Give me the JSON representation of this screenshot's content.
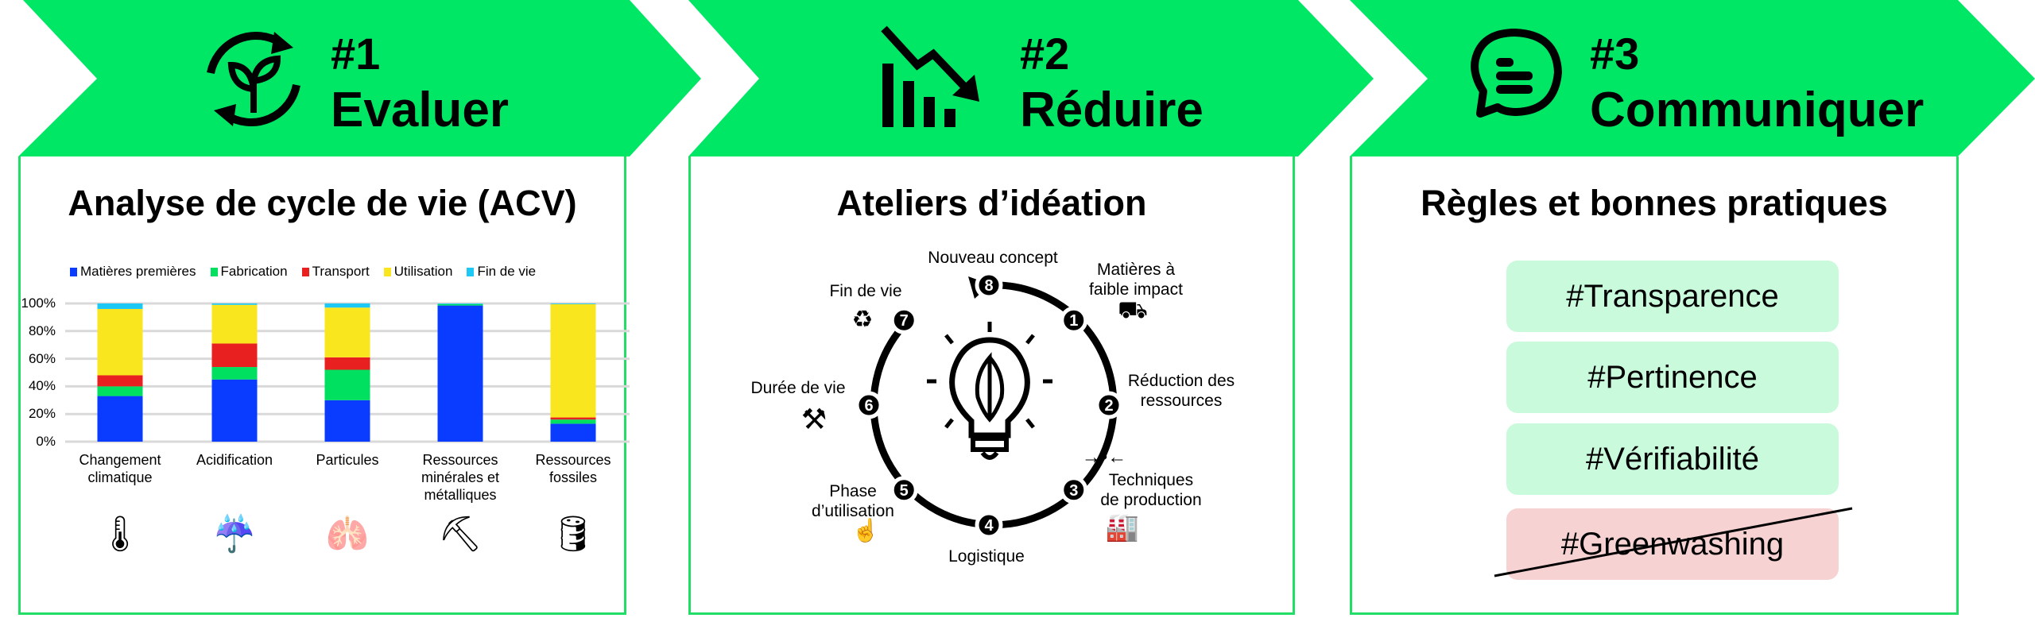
{
  "colors": {
    "header_green": "#00e765",
    "border_green": "#22dd66",
    "pill_green": "#c8fadb",
    "pill_red": "#f7d2d3"
  },
  "steps": [
    {
      "number": "#1",
      "title": "Evaluer",
      "icon": "recycle-plant-icon"
    },
    {
      "number": "#2",
      "title": "Réduire",
      "icon": "declining-chart-icon"
    },
    {
      "number": "#3",
      "title": "Communiquer",
      "icon": "chat-bubble-icon"
    }
  ],
  "panel1": {
    "title": "Analyse de cycle de vie (ACV)"
  },
  "chart_data": {
    "type": "bar",
    "stacked": true,
    "title": "",
    "categories": [
      "Changement climatique",
      "Acidification",
      "Particules",
      "Ressources minérales et métalliques",
      "Ressources fossiles"
    ],
    "category_icons": [
      "earth-thermometer-icon",
      "acid-rain-cloud-icon",
      "lungs-particles-icon",
      "pickaxe-mine-icon",
      "oil-barrel-icon"
    ],
    "series": [
      {
        "name": "Matières premières",
        "color": "#0a3cff",
        "values": [
          33,
          45,
          30,
          98.5,
          13
        ]
      },
      {
        "name": "Fabrication",
        "color": "#00e060",
        "values": [
          7,
          9,
          22,
          1,
          3
        ]
      },
      {
        "name": "Transport",
        "color": "#e82020",
        "values": [
          8,
          17,
          9,
          0,
          1.5
        ]
      },
      {
        "name": "Utilisation",
        "color": "#fae61e",
        "values": [
          48,
          28,
          36,
          0,
          82
        ]
      },
      {
        "name": "Fin de vie",
        "color": "#1ec8f5",
        "values": [
          4,
          1,
          3,
          0.5,
          0.5
        ]
      }
    ],
    "yticks": [
      "0%",
      "20%",
      "40%",
      "60%",
      "80%",
      "100%"
    ],
    "ylim": [
      0,
      100
    ],
    "grid": true,
    "legend": "top"
  },
  "panel2": {
    "title": "Ateliers d’idéation",
    "center_icon": "lightbulb-leaf-icon",
    "nodes": [
      {
        "n": "1",
        "label": "Matières à\nfaible impact",
        "icon": "mining-cart-icon"
      },
      {
        "n": "2",
        "label": "Réduction des\nressources",
        "icon": "arrows-converge-icon"
      },
      {
        "n": "3",
        "label": "Techniques\nde production",
        "icon": "factory-icon"
      },
      {
        "n": "4",
        "label": "Logistique",
        "icon": ""
      },
      {
        "n": "5",
        "label": "Phase\nd’utilisation",
        "icon": "hand-swipe-icon"
      },
      {
        "n": "6",
        "label": "Durée de vie",
        "icon": "tools-icon"
      },
      {
        "n": "7",
        "label": "Fin de vie",
        "icon": "recycle-icon"
      },
      {
        "n": "8",
        "label": "Nouveau concept",
        "icon": ""
      }
    ]
  },
  "panel3": {
    "title": "Règles et bonnes pratiques",
    "tags": [
      {
        "text": "#Transparence",
        "status": "good"
      },
      {
        "text": "#Pertinence",
        "status": "good"
      },
      {
        "text": "#Vérifiabilité",
        "status": "good"
      },
      {
        "text": "#Greenwashing",
        "status": "struck"
      }
    ]
  }
}
